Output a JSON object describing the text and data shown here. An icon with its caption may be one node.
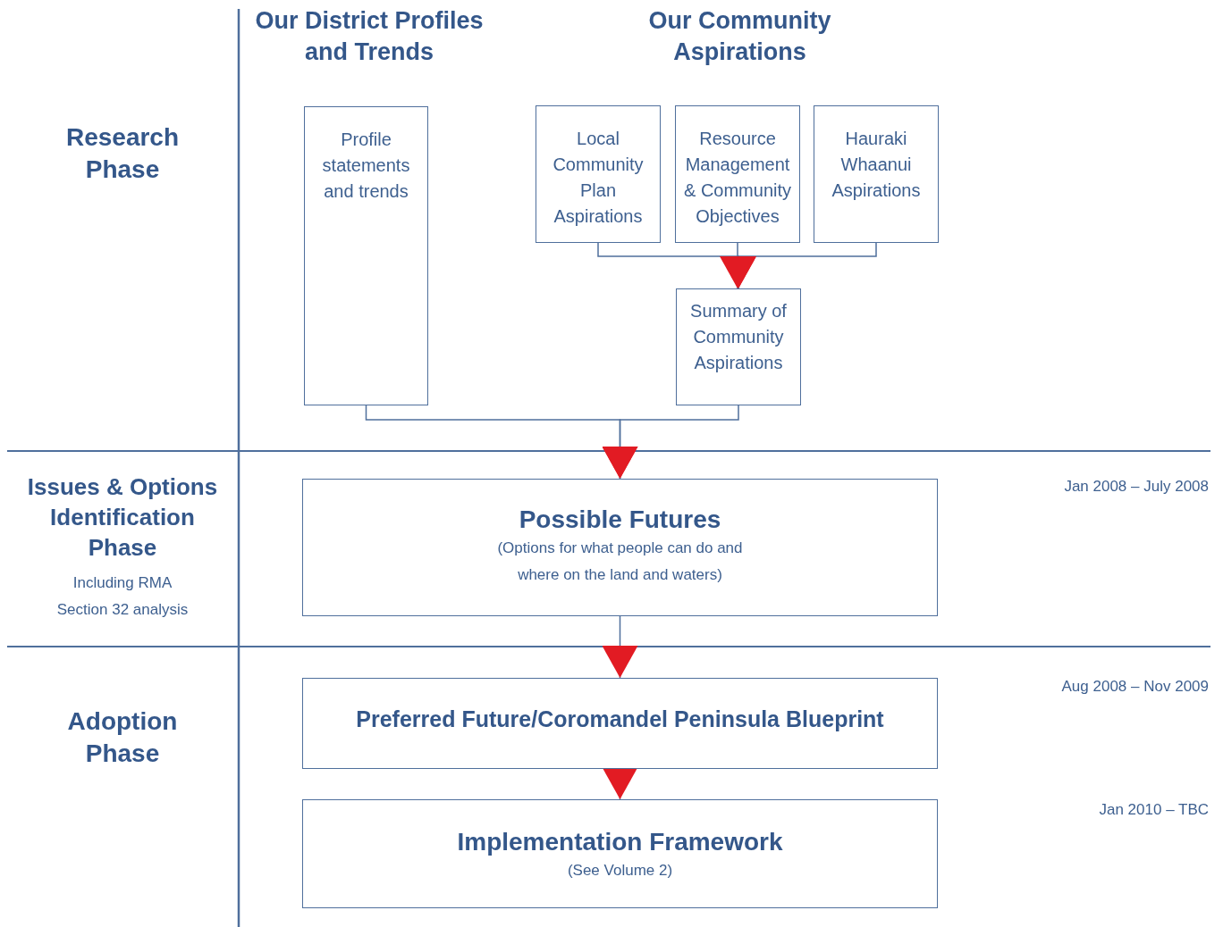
{
  "diagram": {
    "nodes": [
      {
        "text": [
          "Profile statements and trends"
        ]
      },
      {
        "text": [
          "Local Community Plan Aspirations"
        ]
      },
      {
        "text": [
          "Resource Management & Community Objectives"
        ]
      },
      {
        "text": [
          "Hauraki Whaanui Aspirations"
        ]
      },
      {
        "text": [
          "Summary of Community Aspirations"
        ]
      },
      {
        "text": [
          "Possible Futures",
          "(Options for what people can do and where on the land and waters)"
        ]
      },
      {
        "text": [
          "Preferred Future/Coromandel Peninsula Blueprint"
        ]
      },
      {
        "text": [
          "Implementation Framework",
          "(See Volume 2)"
        ]
      }
    ],
    "edges": [
      {
        "from": 1,
        "to": 4,
        "arrow": "to"
      },
      {
        "from": 2,
        "to": 4,
        "arrow": "to"
      },
      {
        "from": 3,
        "to": 4,
        "arrow": "to"
      },
      {
        "from": 0,
        "to": 5,
        "arrow": "to"
      },
      {
        "from": 4,
        "to": 5,
        "arrow": "to"
      },
      {
        "from": 5,
        "to": 6,
        "arrow": "to"
      },
      {
        "from": 6,
        "to": 7,
        "arrow": "to"
      }
    ],
    "labels": [
      "Our District Profiles and Trends",
      "Our Community Aspirations",
      "Research Phase",
      "Issues & Options Identification Phase",
      "Jan 2008 – July 2008",
      "Including RMA Section 32 analysis",
      "Adoption Phase",
      "Aug 2008 – Nov 2009",
      "Jan 2010 – TBC"
    ]
  }
}
